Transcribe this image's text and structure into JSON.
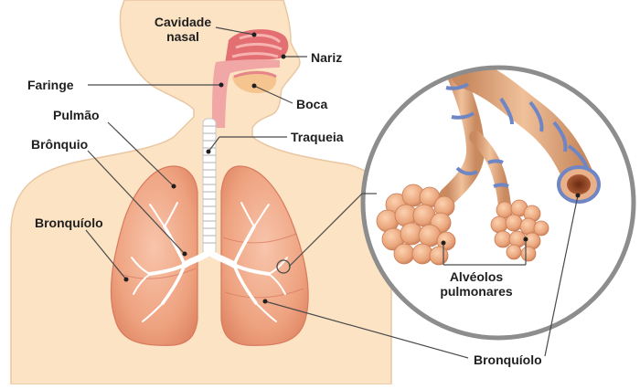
{
  "labels": {
    "nasal_cavity": "Cavidade nasal",
    "nose": "Nariz",
    "pharynx": "Faringe",
    "mouth": "Boca",
    "lung": "Pulmão",
    "bronchus": "Brônquio",
    "trachea": "Traqueia",
    "bronchiole_left": "Bronquíolo",
    "alveoli": "Alvéolos pulmonares",
    "bronchiole_right": "Bronquíolo"
  },
  "colors": {
    "skin": "#fbe3c4",
    "skin_edge": "#e9c7a2",
    "airway_pink": "#f1a7a6",
    "nasal_red": "#e36f73",
    "lung_fill": "#f2a887",
    "lung_edge": "#d9785c",
    "tree_white": "#ffffff",
    "tube_tan": "#dea67c",
    "tube_ring": "#6f86c4",
    "alveoli": "#e9a67a",
    "leader": "#4a4a4a",
    "circle_ring": "#8d8d8d"
  },
  "icons": {
    "magnifier_small": "small-zoom-circle",
    "magnifier_large": "magnified-alveoli-circle"
  }
}
